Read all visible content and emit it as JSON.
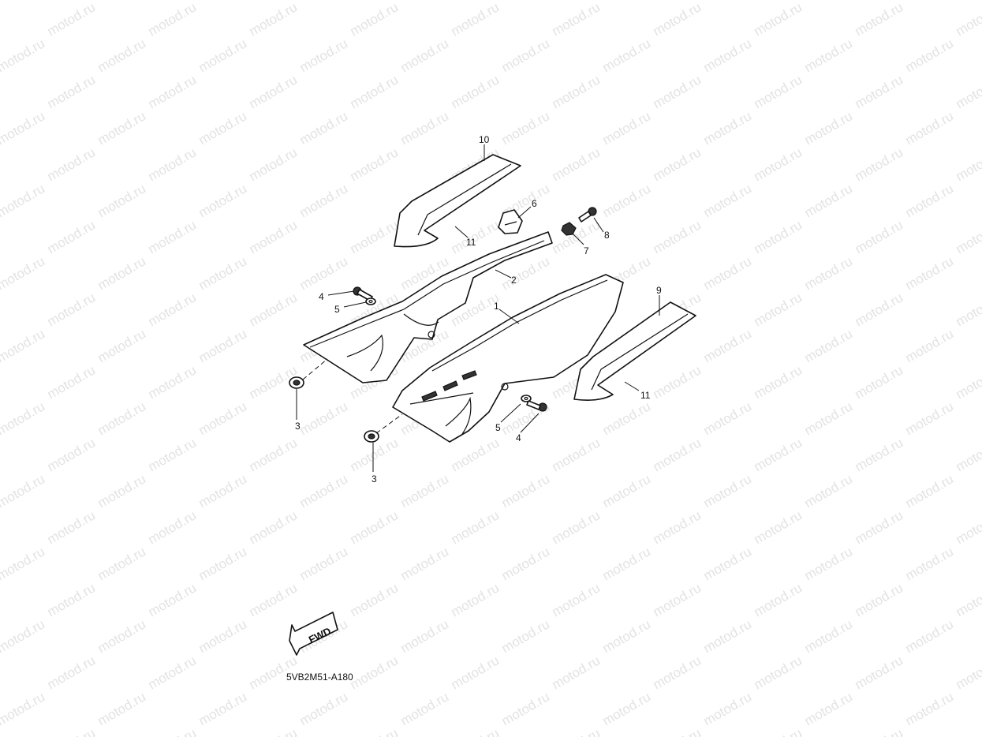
{
  "watermark": "motod.ru",
  "drawing_code": "5VB2M51-A180",
  "fwd_label": "FWD",
  "callouts": {
    "c1": "1",
    "c2": "2",
    "c3a": "3",
    "c3b": "3",
    "c4a": "4",
    "c4b": "4",
    "c5a": "5",
    "c5b": "5",
    "c6": "6",
    "c7": "7",
    "c8": "8",
    "c9": "9",
    "c10": "10",
    "c11a": "11",
    "c11b": "11"
  }
}
